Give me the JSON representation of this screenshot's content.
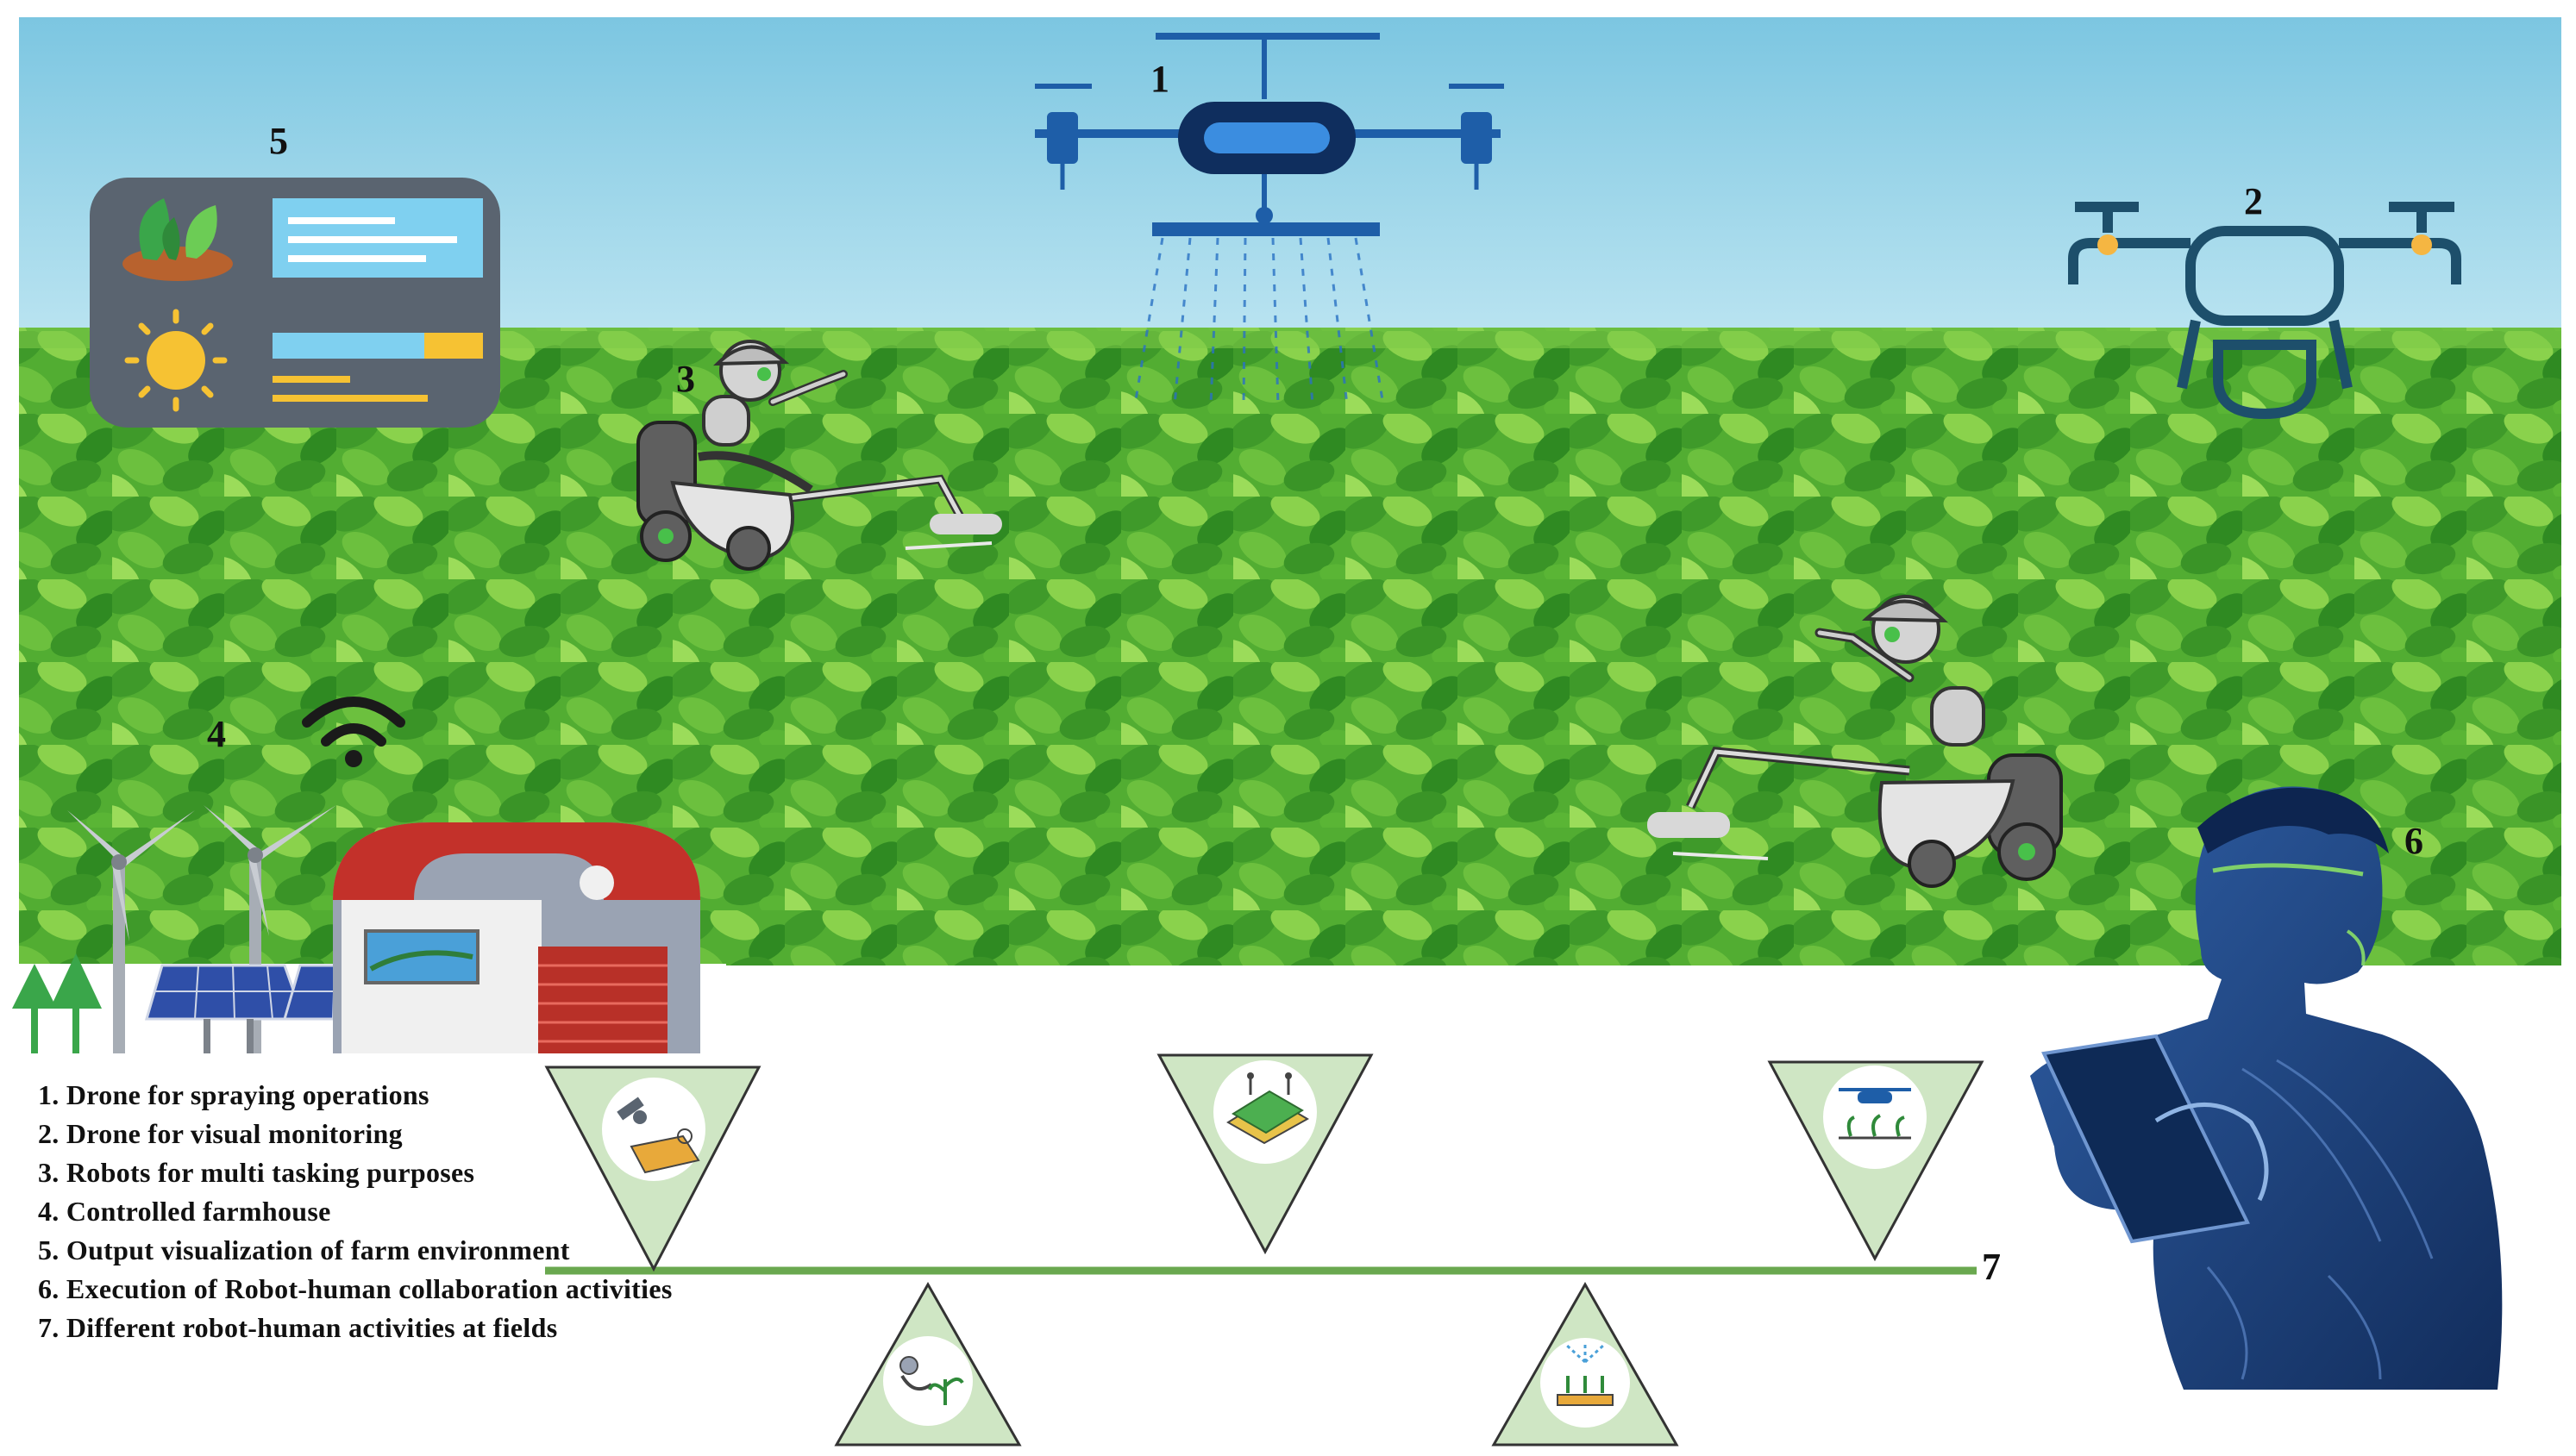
{
  "markers": {
    "m1": "1",
    "m2": "2",
    "m3": "3",
    "m4": "4",
    "m5": "5",
    "m6": "6",
    "m7": "7"
  },
  "legend": [
    "1. Drone for spraying operations",
    "2. Drone for visual monitoring",
    "3. Robots for multi tasking purposes",
    "4. Controlled farmhouse",
    "5. Output visualization of farm environment",
    "6. Execution of Robot-human collaboration activities",
    "7. Different robot-human activities at fields"
  ],
  "colors": {
    "sky": "#8fd0e6",
    "field": "#4caf2e",
    "drone_blue": "#1e5ea8",
    "monitor_drone": "#1d4f6b",
    "timeline": "#6aa84f",
    "triangle": "#cfe6c4",
    "panel": "#5a6470",
    "person": "#1b3f7a"
  },
  "icons": [
    "spraying-drone-icon",
    "monitoring-drone-icon",
    "farm-robot-icon",
    "wind-turbine-icon",
    "solar-panel-icon",
    "farmhouse-icon",
    "wifi-icon",
    "dashboard-panel-icon",
    "human-with-tablet-icon",
    "satellite-field-icon",
    "sensor-grid-icon",
    "drone-plants-icon",
    "robot-plant-icon",
    "irrigation-icon"
  ]
}
